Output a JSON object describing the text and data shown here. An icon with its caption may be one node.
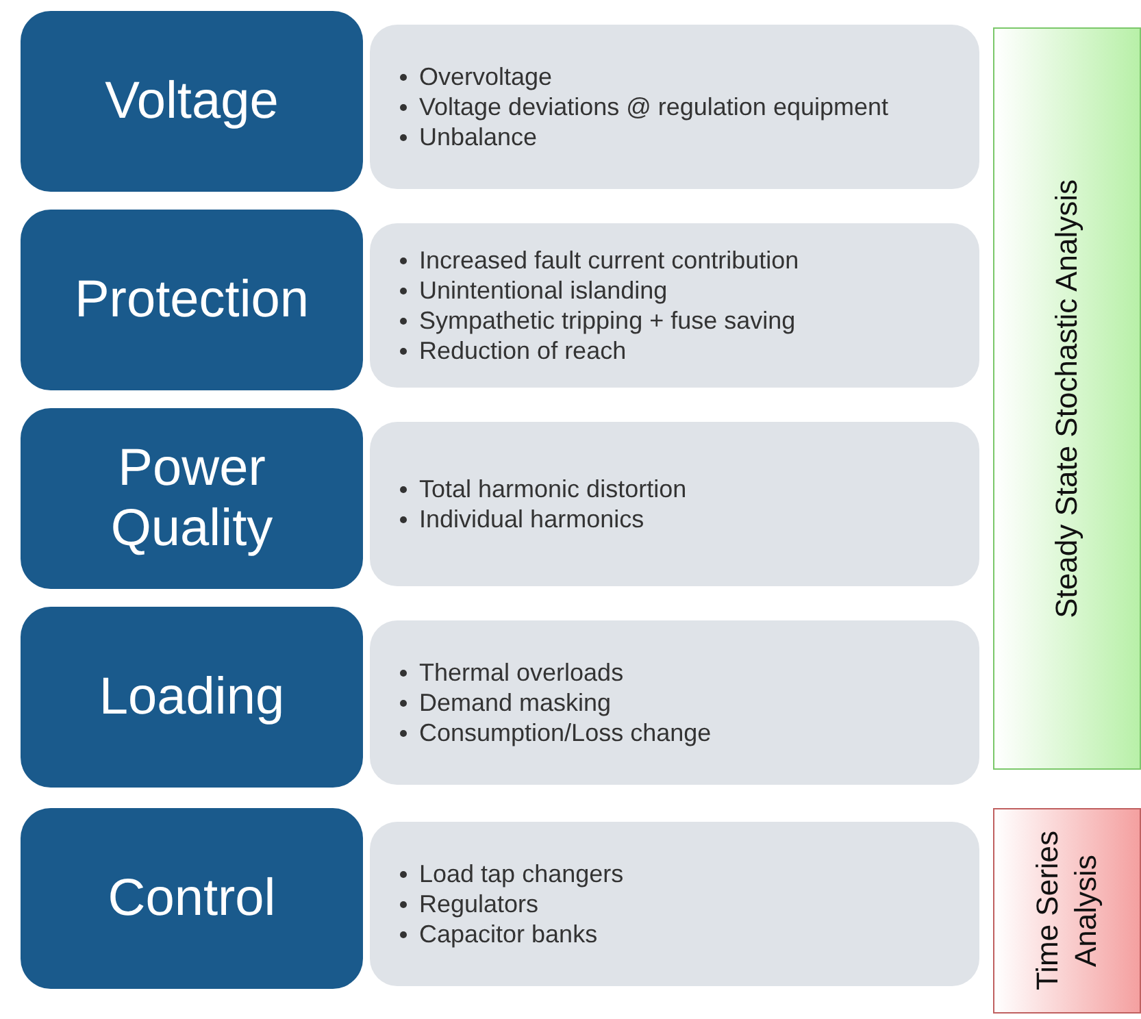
{
  "diagram": {
    "nodes": [
      {
        "text": [
          "Voltage"
        ]
      },
      {
        "text": [
          "Overvoltage",
          "Voltage deviations @ regulation equipment",
          "Unbalance"
        ]
      },
      {
        "text": [
          "Protection"
        ]
      },
      {
        "text": [
          "Increased fault current contribution",
          "Unintentional islanding",
          "Sympathetic tripping + fuse saving",
          "Reduction of reach"
        ]
      },
      {
        "text": [
          "Power Quality"
        ]
      },
      {
        "text": [
          "Total harmonic distortion",
          "Individual harmonics"
        ]
      },
      {
        "text": [
          "Loading"
        ]
      },
      {
        "text": [
          "Thermal overloads",
          "Demand masking",
          "Consumption/Loss change"
        ]
      },
      {
        "text": [
          "Control"
        ]
      },
      {
        "text": [
          "Load tap changers",
          "Regulators",
          "Capacitor banks"
        ]
      },
      {
        "text": [
          "Steady State Stochastic Analysis"
        ]
      },
      {
        "text": [
          "Time Series Analysis"
        ]
      }
    ]
  }
}
